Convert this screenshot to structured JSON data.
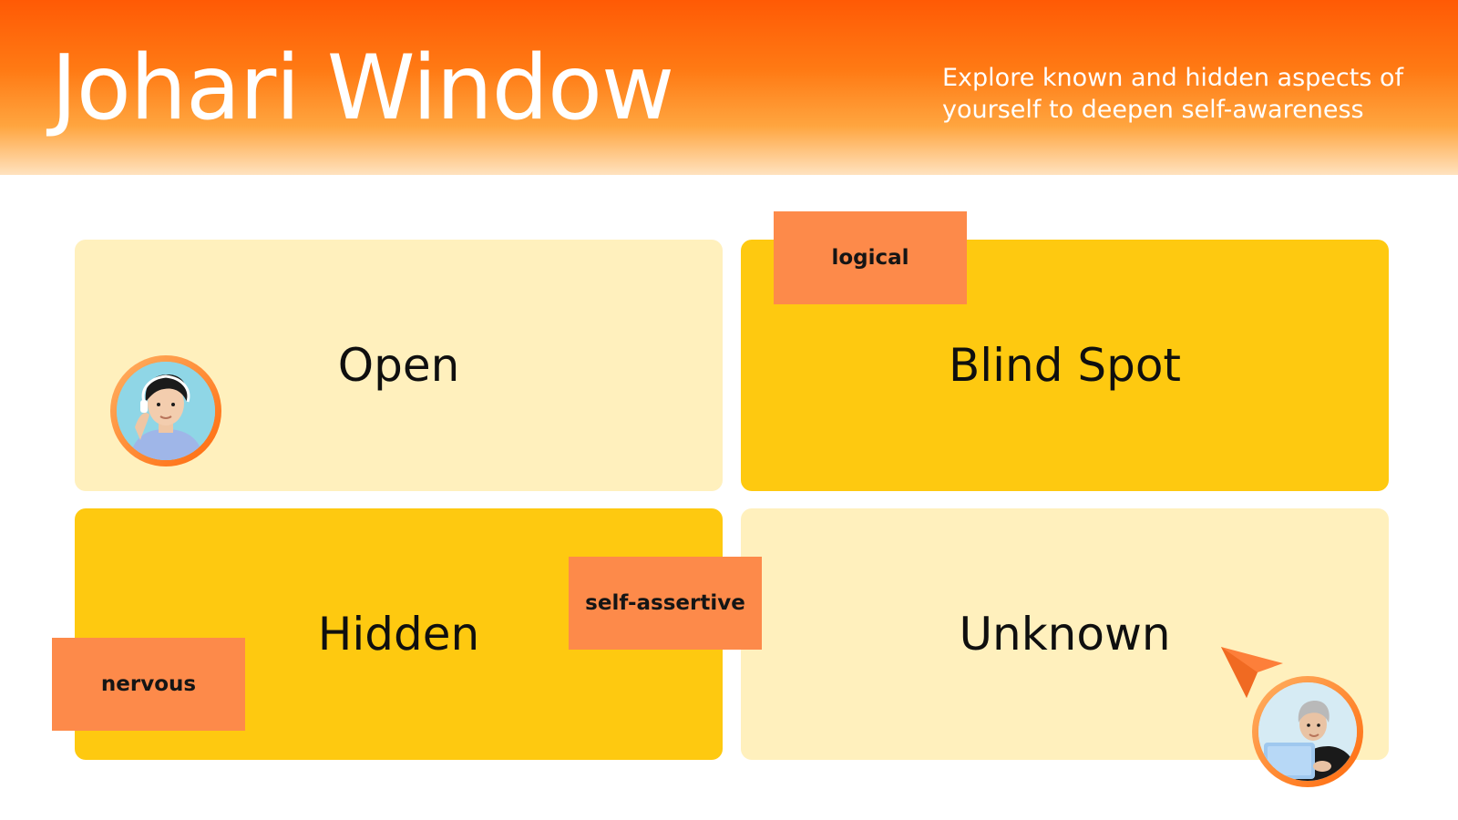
{
  "header": {
    "title": "Johari Window",
    "subtitle": "Explore known and hidden aspects of yourself to deepen self-awareness"
  },
  "quadrants": [
    {
      "label": "Open",
      "color": "#fff0bd"
    },
    {
      "label": "Blind Spot",
      "color": "#fec910"
    },
    {
      "label": "Hidden",
      "color": "#fec910"
    },
    {
      "label": "Unknown",
      "color": "#fff0bd"
    }
  ],
  "notes": [
    {
      "text": "logical",
      "color": "#fd8a4a"
    },
    {
      "text": "self-assertive",
      "color": "#fd8a4a"
    },
    {
      "text": "nervous",
      "color": "#fd8a4a"
    }
  ],
  "icons": {
    "cursor": "cursor-arrow-icon",
    "avatar_1": "avatar-young-man",
    "avatar_2": "avatar-older-woman"
  },
  "colors": {
    "accent": "#ff5a05",
    "note": "#fd8a4a",
    "light": "#fff0bd",
    "dark": "#fec910"
  }
}
